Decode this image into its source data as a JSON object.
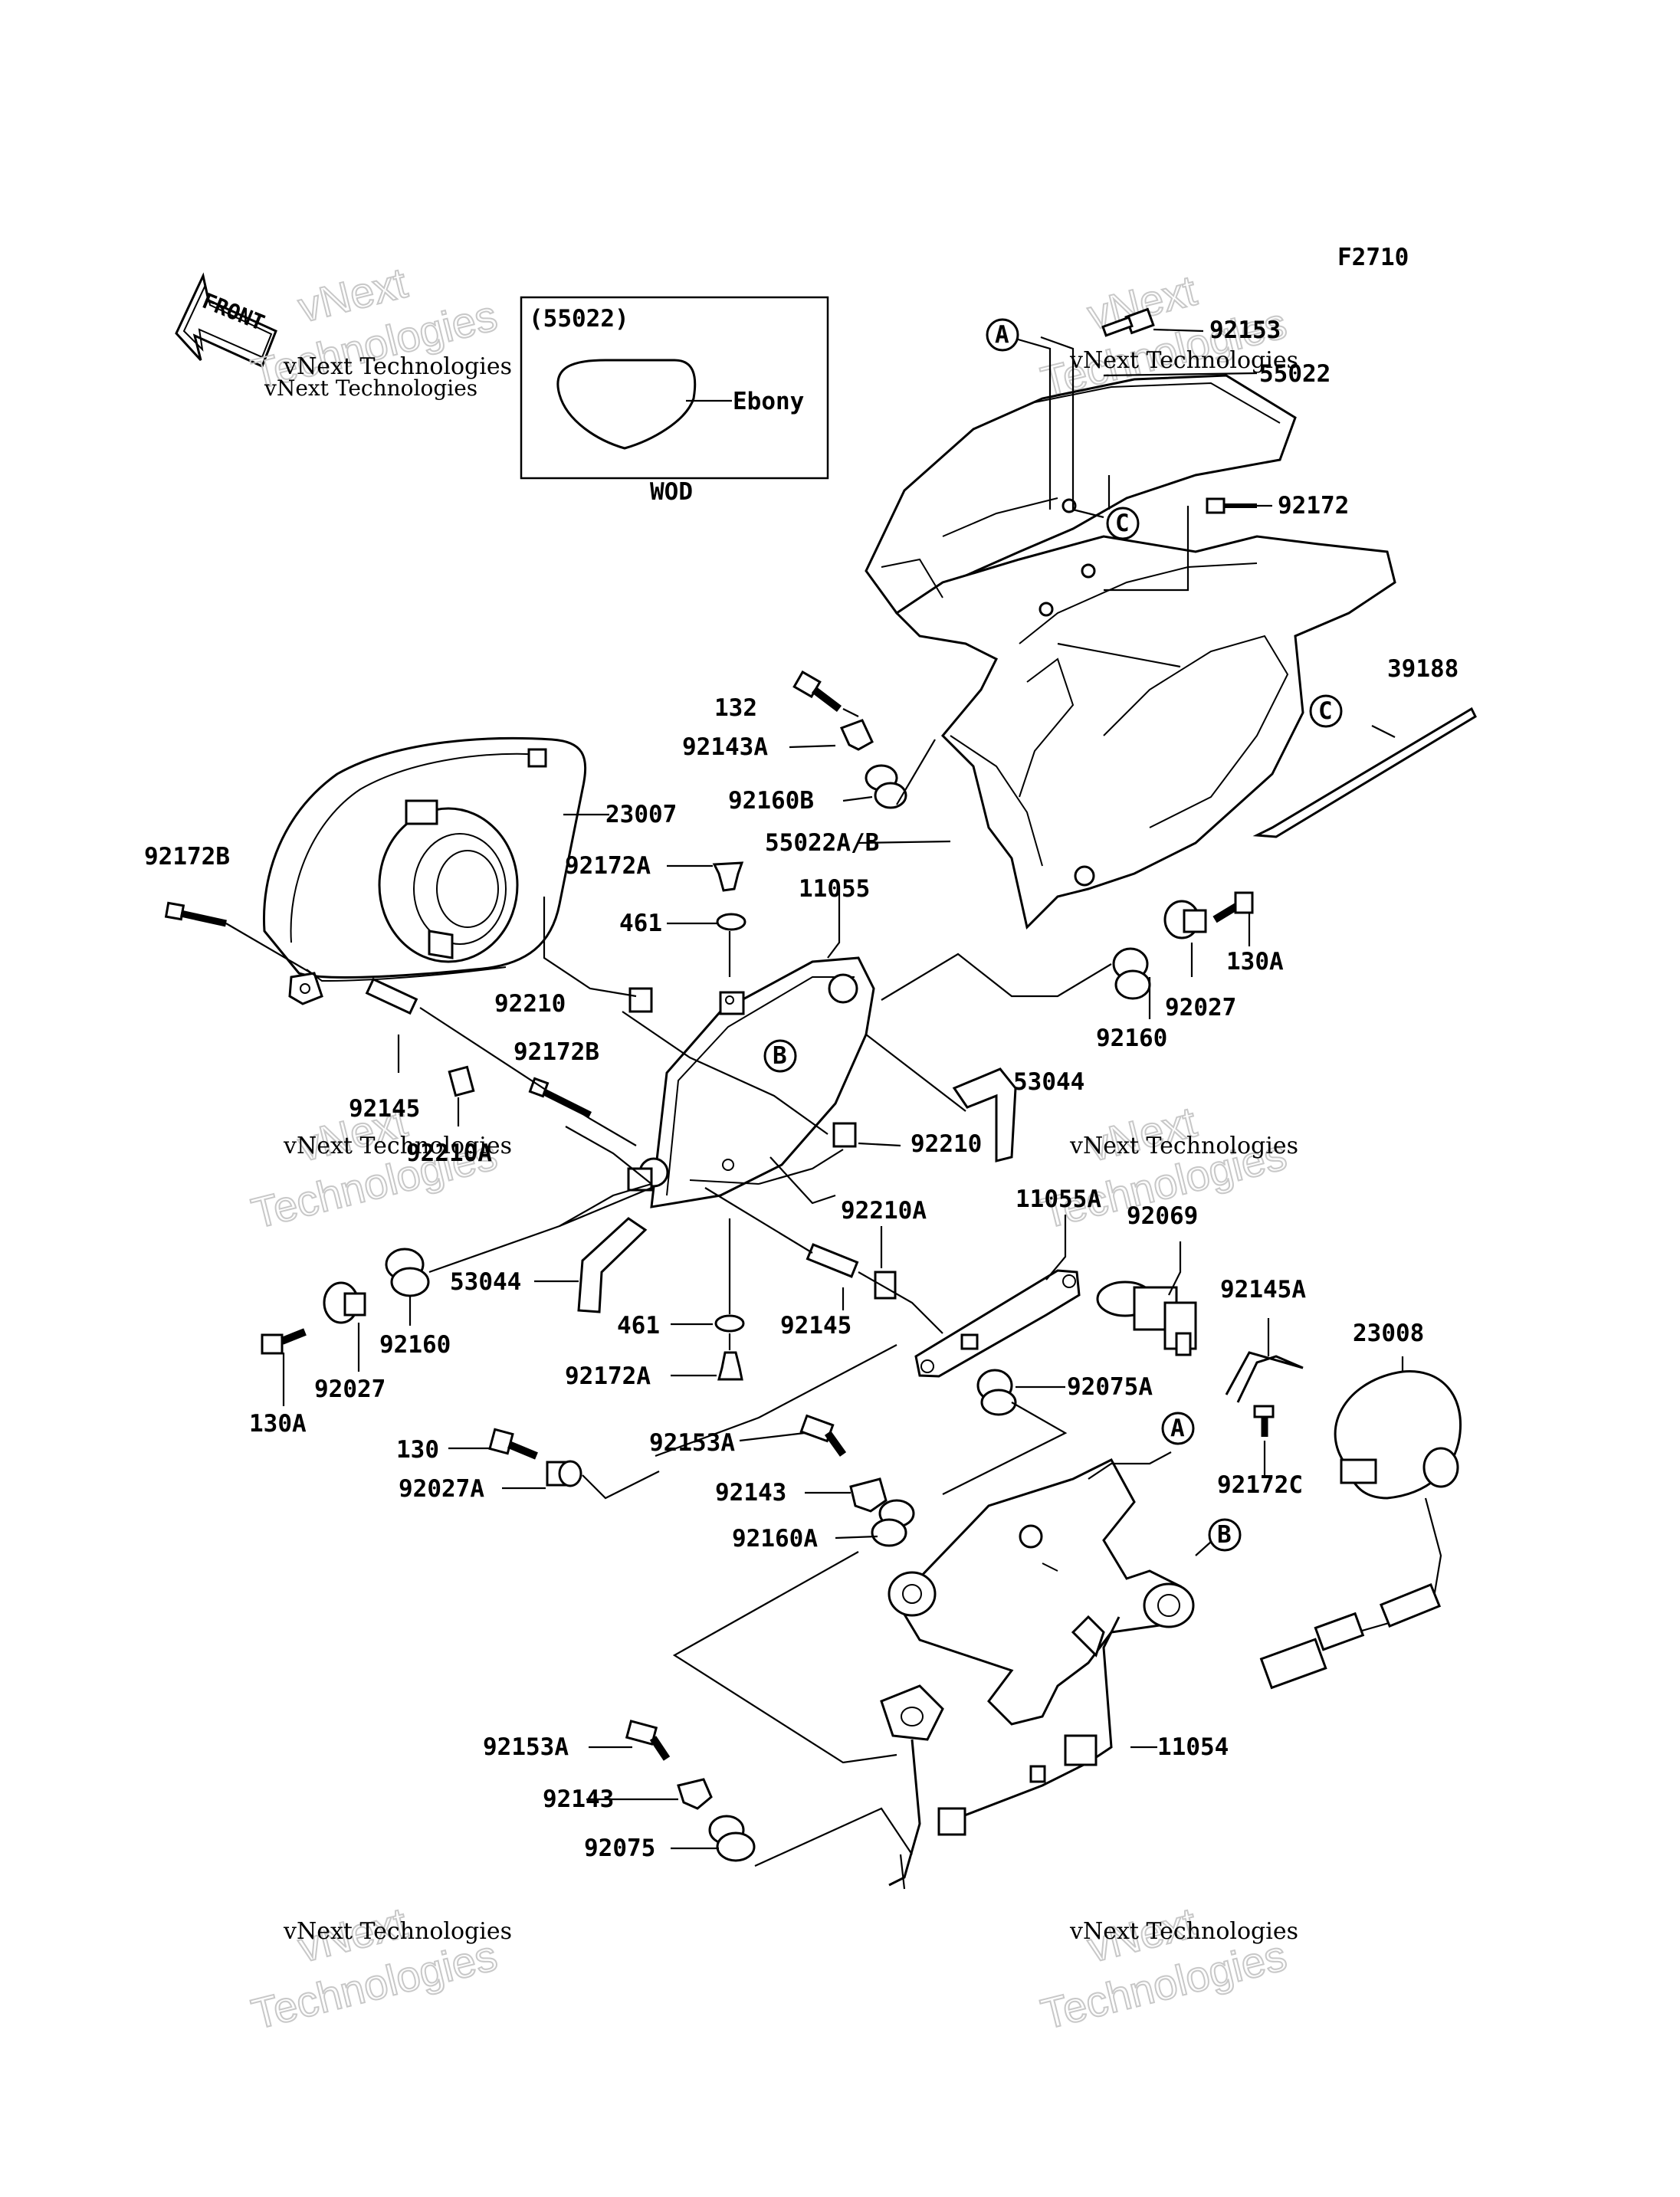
{
  "figure_code": "F2710",
  "front_label": "FRONT",
  "inset": {
    "part": "(55022)",
    "color": "Ebony",
    "code": "WOD"
  },
  "watermark": {
    "line1": "vNext Technologies",
    "line2": "vNext",
    "line3": "Technologies"
  },
  "labels": {
    "p92153": "92153",
    "p55022": "55022",
    "p92172": "92172",
    "p39188": "39188",
    "p132": "132",
    "p92143A": "92143A",
    "p92160B": "92160B",
    "p55022AB": "55022A/B",
    "p23007": "23007",
    "p92172B_1": "92172B",
    "p92172A_1": "92172A",
    "p11055": "11055",
    "p461_1": "461",
    "p130A_1": "130A",
    "p92027_1": "92027",
    "p92160_1": "92160",
    "p92210_1": "92210",
    "p92172B_2": "92172B",
    "p53044_1": "53044",
    "p92145_1": "92145",
    "p92210A_1": "92210A",
    "p92210_2": "92210",
    "p11055A": "11055A",
    "p92069": "92069",
    "p92210A_2": "92210A",
    "p92145A": "92145A",
    "p53044_2": "53044",
    "p461_2": "461",
    "p92145_2": "92145",
    "p92160_2": "92160",
    "p23008": "23008",
    "p130A_2": "130A",
    "p92027_2": "92027",
    "p92172A_2": "92172A",
    "p92075A": "92075A",
    "p130": "130",
    "p92153A_1": "92153A",
    "p92172C": "92172C",
    "p92027A": "92027A",
    "p92143_1": "92143",
    "p92160A": "92160A",
    "p92153A_2": "92153A",
    "p11054": "11054",
    "p92143_2": "92143",
    "p92075": "92075"
  },
  "callouts": {
    "a": "A",
    "b": "B",
    "c": "C"
  }
}
